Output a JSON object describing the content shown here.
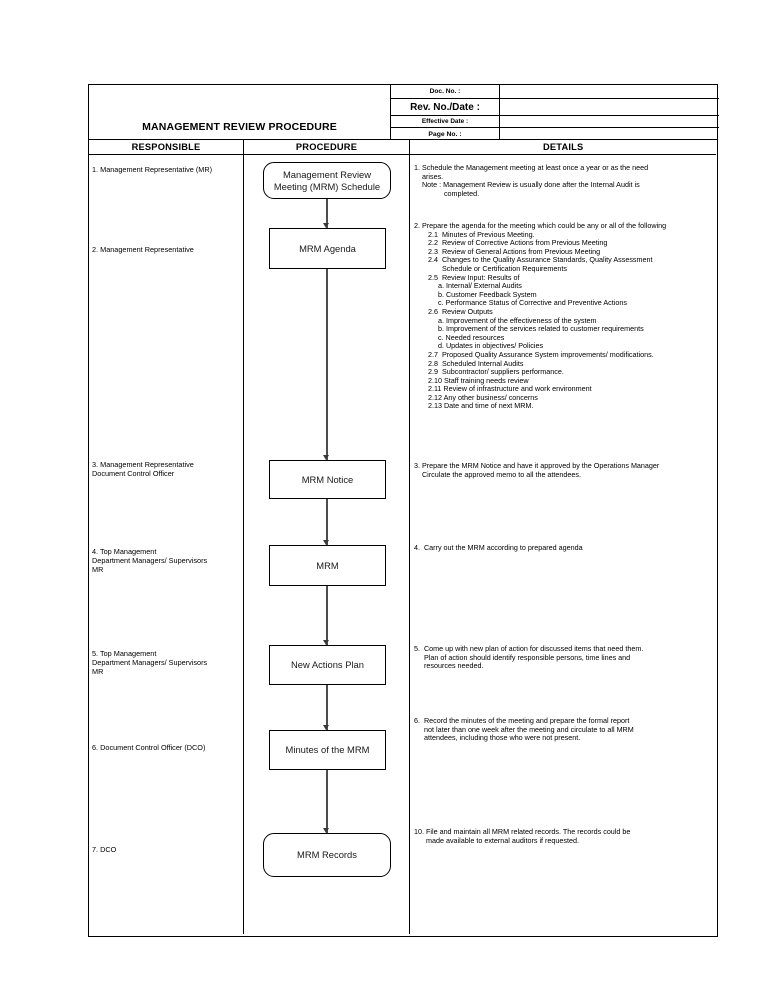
{
  "document": {
    "title": "MANAGEMENT REVIEW PROCEDURE",
    "meta": [
      {
        "label": "Doc. No. :",
        "value": ""
      },
      {
        "label": "Rev. No./Date :",
        "value": ""
      },
      {
        "label": "Effective Date :",
        "value": ""
      },
      {
        "label": "Page No. :",
        "value": ""
      }
    ]
  },
  "columns": {
    "responsible": "RESPONSIBLE",
    "procedure": "PROCEDURE",
    "details": "DETAILS"
  },
  "responsible_items": [
    {
      "text": "1.  Management Representative (MR)"
    },
    {
      "text": "2.  Management Representative"
    },
    {
      "text": "3.  Management Representative\n     Document Control Officer"
    },
    {
      "text": "4.  Top Management\n     Department Managers/ Supervisors\n     MR"
    },
    {
      "text": "5.  Top Management\n     Department Managers/ Supervisors\n     MR"
    },
    {
      "text": "6. Document Control Officer (DCO)"
    },
    {
      "text": "7. DCO"
    }
  ],
  "flow_nodes": [
    {
      "label": "Management Review\nMeeting (MRM) Schedule",
      "shape": "terminator"
    },
    {
      "label": "MRM  Agenda",
      "shape": "process"
    },
    {
      "label": "MRM Notice",
      "shape": "process"
    },
    {
      "label": "MRM",
      "shape": "process"
    },
    {
      "label": "New Actions Plan",
      "shape": "process"
    },
    {
      "label": "Minutes of the MRM",
      "shape": "process"
    },
    {
      "label": "MRM Records",
      "shape": "terminator"
    }
  ],
  "details_items": [
    {
      "text": "1. Schedule the Management meeting at least once a year or as the need\n    arises.\n    Note : Management Review is usually done after the Internal Audit is\n               completed."
    },
    {
      "text": "2. Prepare the agenda for the meeting which could be any or all of the following\n       2.1  Minutes of Previous Meeting.\n       2.2  Review of Corrective Actions from Previous Meeting\n       2.3  Review of General Actions from Previous Meeting\n       2.4  Changes to the Quality Assurance Standards, Quality Assessment\n              Schedule or Certification Requirements\n       2.5  Review Input: Results of\n            a. Internal/ External Audits\n            b. Customer Feedback System\n            c. Performance Status of Corrective and Preventive Actions\n       2.6  Review Outputs\n            a. Improvement of the effectiveness of the system\n            b. Improvement of the services related to customer requirements\n            c. Needed resources\n            d. Updates in objectives/ Policies\n       2.7  Proposed Quality Assurance System improvements/ modifications.\n       2.8  Scheduled Internal Audits\n       2.9  Subcontractor/ suppliers performance.\n       2.10 Staff training needs review\n       2.11 Review of infrastructure and work environment\n       2.12 Any other business/ concerns\n       2.13 Date and time of next MRM."
    },
    {
      "text": "3. Prepare the MRM Notice and have it approved by the Operations Manager\n    Circulate the approved memo to all the attendees."
    },
    {
      "text": "4.  Carry out the MRM according to prepared agenda"
    },
    {
      "text": "5.  Come up with new plan of action for discussed items that need them.\n     Plan of action should identify responsible persons, time lines and\n     resources needed."
    },
    {
      "text": "6.  Record the minutes of the meeting and prepare the formal report\n     not later than one week after the meeting and circulate to all MRM\n     attendees, including those who were not present."
    },
    {
      "text": "10. File and maintain all MRM related records. The records could be\n      made available to external auditors if requested."
    }
  ]
}
